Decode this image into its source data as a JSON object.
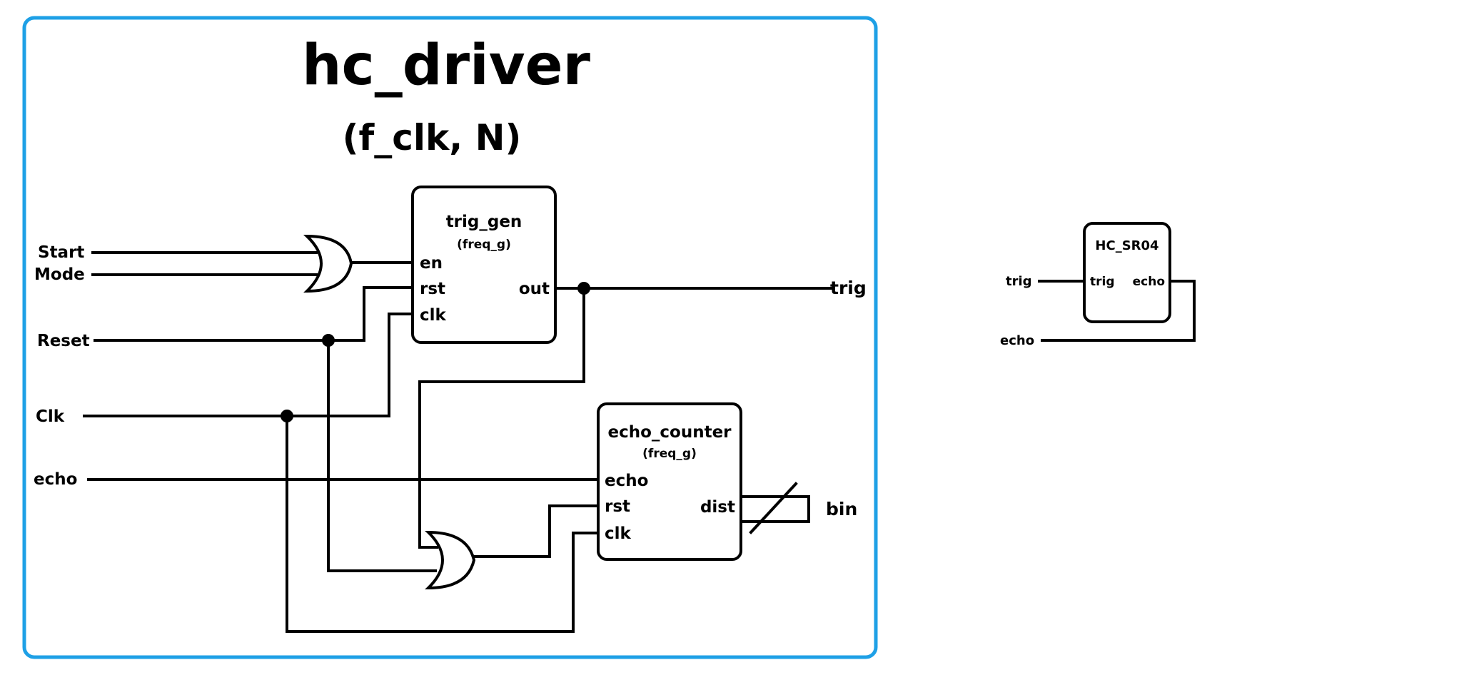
{
  "driver": {
    "title": "hc_driver",
    "params": "(f_clk, N)",
    "border_color": "#1ea0e6"
  },
  "inputs": {
    "start": "Start",
    "mode": "Mode",
    "reset": "Reset",
    "clk": "Clk",
    "echo": "echo"
  },
  "outputs": {
    "trig": "trig",
    "bin": "bin"
  },
  "trig_gen": {
    "name": "trig_gen",
    "param": "(freq_g)",
    "port_en": "en",
    "port_rst": "rst",
    "port_clk": "clk",
    "port_out": "out"
  },
  "echo_counter": {
    "name": "echo_counter",
    "param": "(freq_g)",
    "port_echo": "echo",
    "port_rst": "rst",
    "port_clk": "clk",
    "port_dist": "dist"
  },
  "sensor": {
    "name": "HC_SR04",
    "port_trig": "trig",
    "port_echo": "echo",
    "wire_trig": "trig",
    "wire_echo": "echo"
  }
}
